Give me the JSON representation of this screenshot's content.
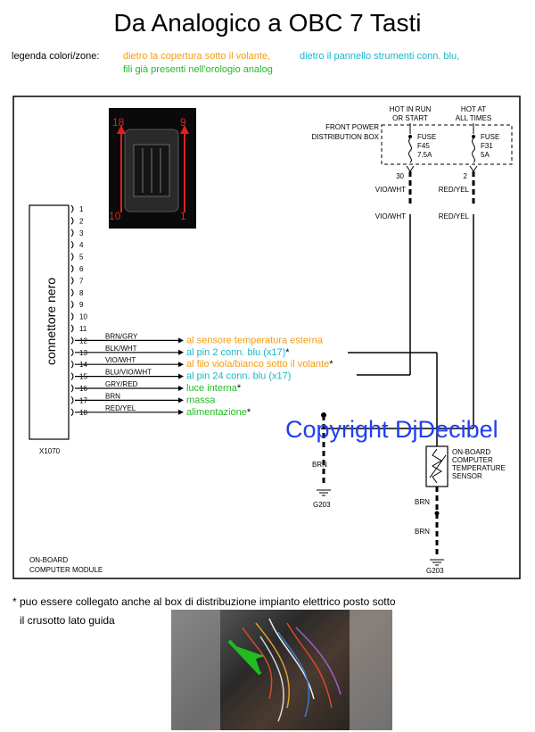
{
  "title": "Da Analogico a OBC 7 Tasti",
  "legend": {
    "label": "legenda colori/zone:",
    "items": [
      {
        "text": "dietro la copertura sotto il volante,",
        "color": "#f39c12"
      },
      {
        "text": "dietro il pannello strumenti conn. blu,",
        "color": "#17b6c9"
      },
      {
        "text": "fili già presenti nell'orologio analog",
        "color": "#22bb22"
      }
    ]
  },
  "connector": {
    "name": "connettore nero",
    "id": "X1070",
    "pins": [
      "1",
      "2",
      "3",
      "4",
      "5",
      "6",
      "7",
      "8",
      "9",
      "10",
      "11",
      "12",
      "13",
      "14",
      "15",
      "16",
      "17",
      "18"
    ],
    "photo_pin_labels": [
      "18",
      "9",
      "10",
      "1"
    ]
  },
  "wires": [
    {
      "pin": "12",
      "color_code": "BRN/GRY",
      "note": "al sensore temperatura esterna",
      "note_color": "#f39c12",
      "star": ""
    },
    {
      "pin": "13",
      "color_code": "BLK/WHT",
      "note": "al pin 2 conn. blu (x17)",
      "note_color": "#17b6c9",
      "star": "*"
    },
    {
      "pin": "14",
      "color_code": "VIO/WHT",
      "note": "al filo viola/bianco sotto il volante",
      "note_color": "#f39c12",
      "star": "*"
    },
    {
      "pin": "15",
      "color_code": "BLU/VIO/WHT",
      "note": "al pin 24 conn. blu (x17)",
      "note_color": "#17b6c9",
      "star": ""
    },
    {
      "pin": "16",
      "color_code": "GRY/RED",
      "note": "luce interna",
      "note_color": "#22bb22",
      "star": "*"
    },
    {
      "pin": "17",
      "color_code": "BRN",
      "note": "massa",
      "note_color": "#22bb22",
      "star": ""
    },
    {
      "pin": "18",
      "color_code": "RED/YEL",
      "note": "alimentazione",
      "note_color": "#22bb22",
      "star": "*"
    }
  ],
  "power_box": {
    "name_line1": "FRONT POWER",
    "name_line2": "DISTRIBUTION BOX",
    "hot_run_1": "HOT IN RUN",
    "hot_run_2": "OR START",
    "hot_all_1": "HOT AT",
    "hot_all_2": "ALL TIMES",
    "fuse_a": [
      "FUSE",
      "F45",
      "7.5A"
    ],
    "fuse_b": [
      "FUSE",
      "F31",
      "5A"
    ],
    "terminal_a": "30",
    "terminal_b": "2",
    "wire_a": "VIO/WHT",
    "wire_b": "RED/YEL"
  },
  "sensor": {
    "lines": [
      "ON-BOARD",
      "COMPUTER",
      "TEMPERATURE",
      "SENSOR"
    ]
  },
  "grounds": {
    "left_wire": "BRN",
    "left_ground": "G203",
    "right_wire1": "BRN",
    "right_wire2": "BRN",
    "right_ground": "G203"
  },
  "module": {
    "line1": "ON-BOARD",
    "line2": "COMPUTER MODULE"
  },
  "copyright": "Copyright DjDecibel",
  "footnote": {
    "line1": "* puo essere collegato anche al box di distribuzione impianto elettrico posto sotto",
    "line2": "il crusotto lato guida"
  }
}
